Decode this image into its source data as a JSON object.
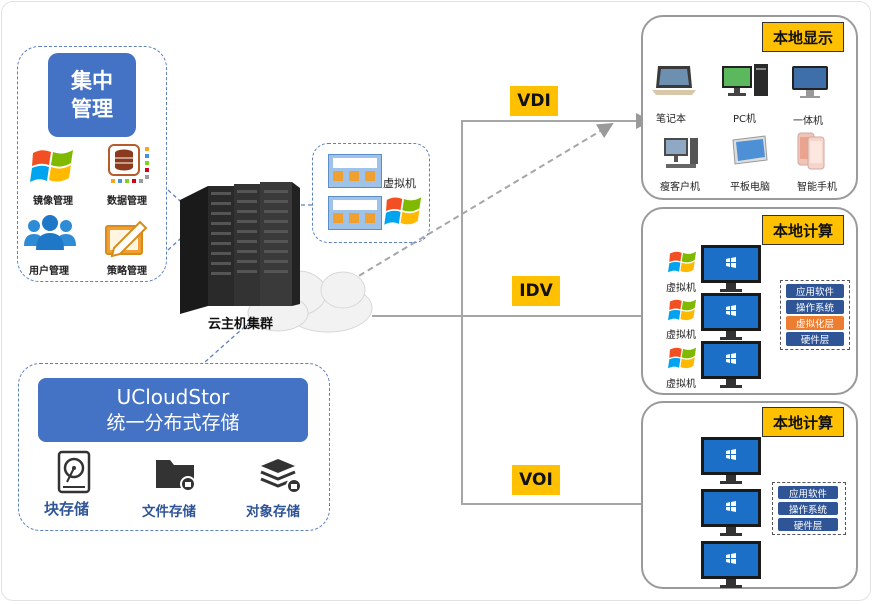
{
  "management": {
    "title_line1": "集中",
    "title_line2": "管理",
    "items": [
      {
        "label": "镜像管理",
        "icon": "windows-logo-icon"
      },
      {
        "label": "数据管理",
        "icon": "database-icon"
      },
      {
        "label": "用户管理",
        "icon": "users-icon"
      },
      {
        "label": "策略管理",
        "icon": "pencil-board-icon"
      }
    ]
  },
  "vm_box": {
    "label": "虚拟机"
  },
  "cluster": {
    "label": "云主机集群"
  },
  "storage": {
    "title_line1": "UCloudStor",
    "title_line2": "统一分布式存储",
    "items": [
      {
        "label": "块存储",
        "icon": "hard-disk-icon"
      },
      {
        "label": "文件存储",
        "icon": "folder-icon"
      },
      {
        "label": "对象存储",
        "icon": "stack-icon"
      }
    ]
  },
  "modes": {
    "vdi": "VDI",
    "idv": "IDV",
    "voi": "VOI"
  },
  "vdi_panel": {
    "tag": "本地显示",
    "devices": [
      {
        "label": "笔记本",
        "icon": "laptop-icon"
      },
      {
        "label": "PC机",
        "icon": "desktop-pc-icon"
      },
      {
        "label": "一体机",
        "icon": "all-in-one-icon"
      },
      {
        "label": "瘦客户机",
        "icon": "thin-client-icon"
      },
      {
        "label": "平板电脑",
        "icon": "tablet-icon"
      },
      {
        "label": "智能手机",
        "icon": "smartphone-icon"
      }
    ]
  },
  "idv_panel": {
    "tag": "本地计算",
    "vm_labels": [
      "虚拟机",
      "虚拟机",
      "虚拟机"
    ],
    "layers": [
      "应用软件",
      "操作系统",
      "虚拟化层",
      "硬件层"
    ]
  },
  "voi_panel": {
    "tag": "本地计算",
    "layers": [
      "应用软件",
      "操作系统",
      "硬件层"
    ]
  },
  "colors": {
    "accent_blue": "#4472c4",
    "tag_yellow": "#ffc000",
    "layer_blue": "#2f5597",
    "layer_orange": "#ed7d31"
  }
}
